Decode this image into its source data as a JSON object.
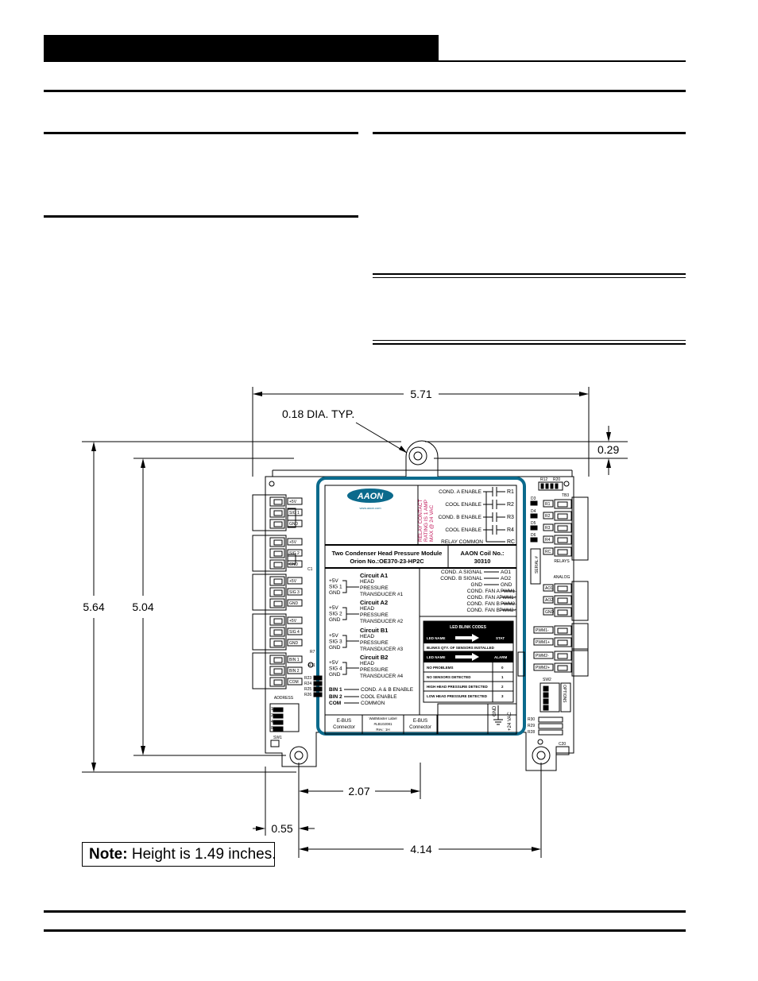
{
  "dimensions": {
    "width_overall": "5.71",
    "hole_dia": "0.18 DIA. TYP.",
    "top_offset": "0.29",
    "height_overall": "5.64",
    "height_holes": "5.04",
    "hole_spacing_half": "2.07",
    "hole_offset": "0.55",
    "hole_spacing": "4.14"
  },
  "note": {
    "label": "Note:",
    "text": " Height is 1.49 inches."
  },
  "board": {
    "brand": "AAON",
    "brand_url": "www.aaon.com",
    "relay_rating": [
      "RELAY CONTACT",
      "RATING IS 1 AMP",
      "MAX @ 24 VAC"
    ],
    "relays": [
      {
        "name": "COND. A ENABLE",
        "pin": "R1"
      },
      {
        "name": "COOL ENABLE",
        "pin": "R2"
      },
      {
        "name": "COND. B ENABLE",
        "pin": "R3"
      },
      {
        "name": "COOL ENABLE",
        "pin": "R4"
      },
      {
        "name": "RELAY COMMON",
        "pin": "RC"
      }
    ],
    "module_title_1": "Two Condenser Head Pressure Module",
    "module_title_2": "Orion No.:OE370-23-HP2C",
    "coil_label": "AAON Coil No.:",
    "coil_no": "30310",
    "circuits": [
      {
        "name": "Circuit A1",
        "pins": [
          "+5V",
          "SIG 1",
          "GND"
        ],
        "desc": [
          "HEAD",
          "PRESSURE",
          "TRANSDUCER #1"
        ]
      },
      {
        "name": "Circuit A2",
        "pins": [
          "+5V",
          "SIG 2",
          "GND"
        ],
        "desc": [
          "HEAD",
          "PRESSURE",
          "TRANSDUCER #2"
        ]
      },
      {
        "name": "Circuit B1",
        "pins": [
          "+5V",
          "SIG 3",
          "GND"
        ],
        "desc": [
          "HEAD",
          "PRESSURE",
          "TRANSDUCER #3"
        ]
      },
      {
        "name": "Circuit B2",
        "pins": [
          "+5V",
          "SIG 4",
          "GND"
        ],
        "desc": [
          "HEAD",
          "PRESSURE",
          "TRANSDUCER #4"
        ]
      }
    ],
    "binary_inputs": [
      {
        "pin": "BIN 1",
        "desc": "COND. A & B ENABLE"
      },
      {
        "pin": "BIN 2",
        "desc": "COOL ENABLE"
      },
      {
        "pin": "COM",
        "desc": "COMMON"
      }
    ],
    "analog_outputs": [
      {
        "name": "COND. A SIGNAL",
        "pin": "AO1"
      },
      {
        "name": "COND. B SIGNAL",
        "pin": "AO2"
      },
      {
        "name": "GND",
        "pin": "GND"
      },
      {
        "name": "COND. FAN A",
        "pin": "PWM1-"
      },
      {
        "name": "COND. FAN A",
        "pin": "PWM1+"
      },
      {
        "name": "COND. FAN B",
        "pin": "PWM2-"
      },
      {
        "name": "COND. FAN B",
        "pin": "PWM2+"
      }
    ],
    "led_title": "LED BLINK CODES",
    "led_header_1": [
      "LED NAME",
      "STAT"
    ],
    "led_stat_note": "BLINKS QTY. OF SENSORS INSTALLED",
    "led_header_2": [
      "LED NAME",
      "ALARM"
    ],
    "led_rows": [
      {
        "label": "NO PROBLEMS",
        "code": "0"
      },
      {
        "label": "NO SENSORS DETECTED",
        "code": "1"
      },
      {
        "label": "HIGH HEAD PRESSURE DETECTED",
        "code": "2"
      },
      {
        "label": "LOW HEAD PRESSURE DETECTED",
        "code": "3"
      }
    ],
    "power": [
      "GND",
      "+24 VAC"
    ],
    "ebus_left": [
      "E-BUS",
      "Connector"
    ],
    "ebus_right": [
      "E-BUS",
      "Connector"
    ],
    "label_info": [
      "WattMaster Label",
      "#LB102081",
      "Rev.: 1H"
    ],
    "left_terminals": [
      "+5V",
      "SIG 1",
      "GND",
      "+5V",
      "SIG 2",
      "GND",
      "+5V",
      "SIG 3",
      "GND",
      "+5V",
      "SIG 4",
      "GND",
      "BIN 1",
      "BIN 2",
      "COM"
    ],
    "right_relay_terms": [
      "R1",
      "R2",
      "R3",
      "R4",
      "RC"
    ],
    "right_analog_terms": [
      "AO1",
      "AO2",
      "GND"
    ],
    "right_pwm_terms": [
      "PWM1-",
      "PWM1+",
      "PWM2-",
      "PWM2+"
    ],
    "relays_label": "RELAYS",
    "analog_label": "ANALOG",
    "serial_label": "SERIAL #",
    "address_label": "ADDRESS",
    "address_values": [
      "1",
      "2",
      "4",
      "8"
    ],
    "options_label": "OPTIONS",
    "small_labels": {
      "sw1": "SW1",
      "sw2": "SW2",
      "tb3": "TB3",
      "c20": "C20",
      "r12": "R12",
      "r20": "R20",
      "r7": "R7",
      "r11": "R11",
      "r23": "R23",
      "r24": "R24",
      "r25": "R25",
      "r26": "R26",
      "r30": "R30",
      "r29": "R29",
      "r28": "R28",
      "d3": "D3",
      "d4": "D4",
      "d5": "D5",
      "d6": "D6",
      "c1": "C1"
    }
  }
}
